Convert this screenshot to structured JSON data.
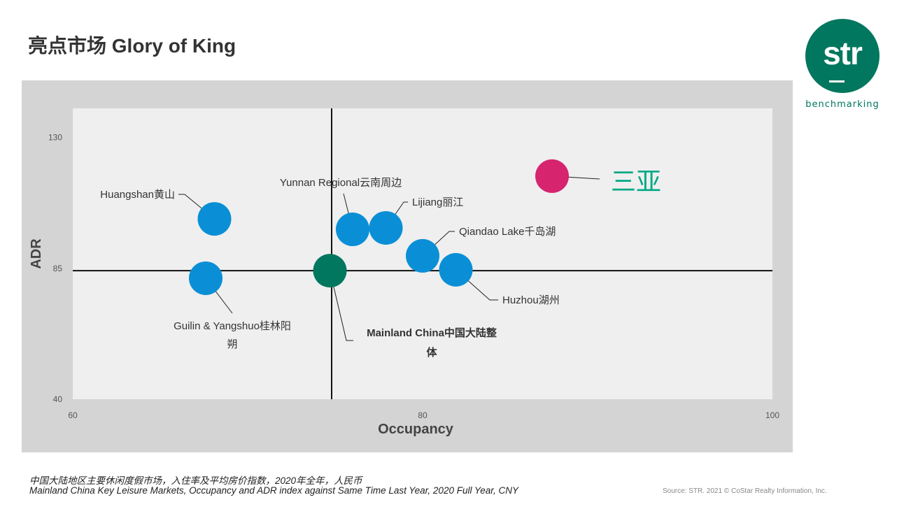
{
  "title": "亮点市场 Glory of King",
  "logo": {
    "text": "str",
    "subtitle": "benchmarking"
  },
  "footer": {
    "line_cn": "中国大陆地区主要休闲度假市场，入住率及平均房价指数，2020年全年，人民币",
    "line_en": "Mainland China Key Leisure Markets, Occupancy and ADR index against Same Time Last Year, 2020 Full Year, CNY",
    "source": "Source: STR. 2021 © CoStar Realty Information, Inc."
  },
  "colors": {
    "blue": "#0a8fd6",
    "green": "#00775e",
    "magenta": "#d6246e",
    "sanya_label": "#00a984"
  },
  "chart_data": {
    "type": "scatter",
    "title": "",
    "xlabel": "Occupancy",
    "ylabel": "ADR",
    "xlim": [
      60,
      100
    ],
    "ylim": [
      40,
      140
    ],
    "xticks": [
      60,
      80,
      100
    ],
    "yticks": [
      40,
      85,
      130
    ],
    "crosshair": {
      "x": 74.8,
      "y": 84.2
    },
    "points": [
      {
        "name": "Huangshan黄山",
        "x": 68.1,
        "y": 102.0,
        "color": "blue"
      },
      {
        "name": "Guilin & Yangshuo桂林阳朔",
        "lines": [
          "Guilin & Yangshuo桂林阳",
          "朔"
        ],
        "x": 67.6,
        "y": 81.6,
        "color": "blue"
      },
      {
        "name": "Mainland China中国大陆整体",
        "lines": [
          "Mainland China中国大陆整",
          "体"
        ],
        "x": 74.7,
        "y": 84.2,
        "color": "green"
      },
      {
        "name": "Yunnan Regional云南周边",
        "x": 76.0,
        "y": 98.4,
        "color": "blue"
      },
      {
        "name": "Lijiang丽江",
        "x": 77.9,
        "y": 98.9,
        "color": "blue"
      },
      {
        "name": "Qiandao Lake千岛湖",
        "x": 80.0,
        "y": 89.3,
        "color": "blue"
      },
      {
        "name": "Huzhou湖州",
        "x": 81.9,
        "y": 84.5,
        "color": "blue"
      },
      {
        "name": "三亚",
        "x": 87.4,
        "y": 116.7,
        "color": "magenta"
      }
    ]
  }
}
